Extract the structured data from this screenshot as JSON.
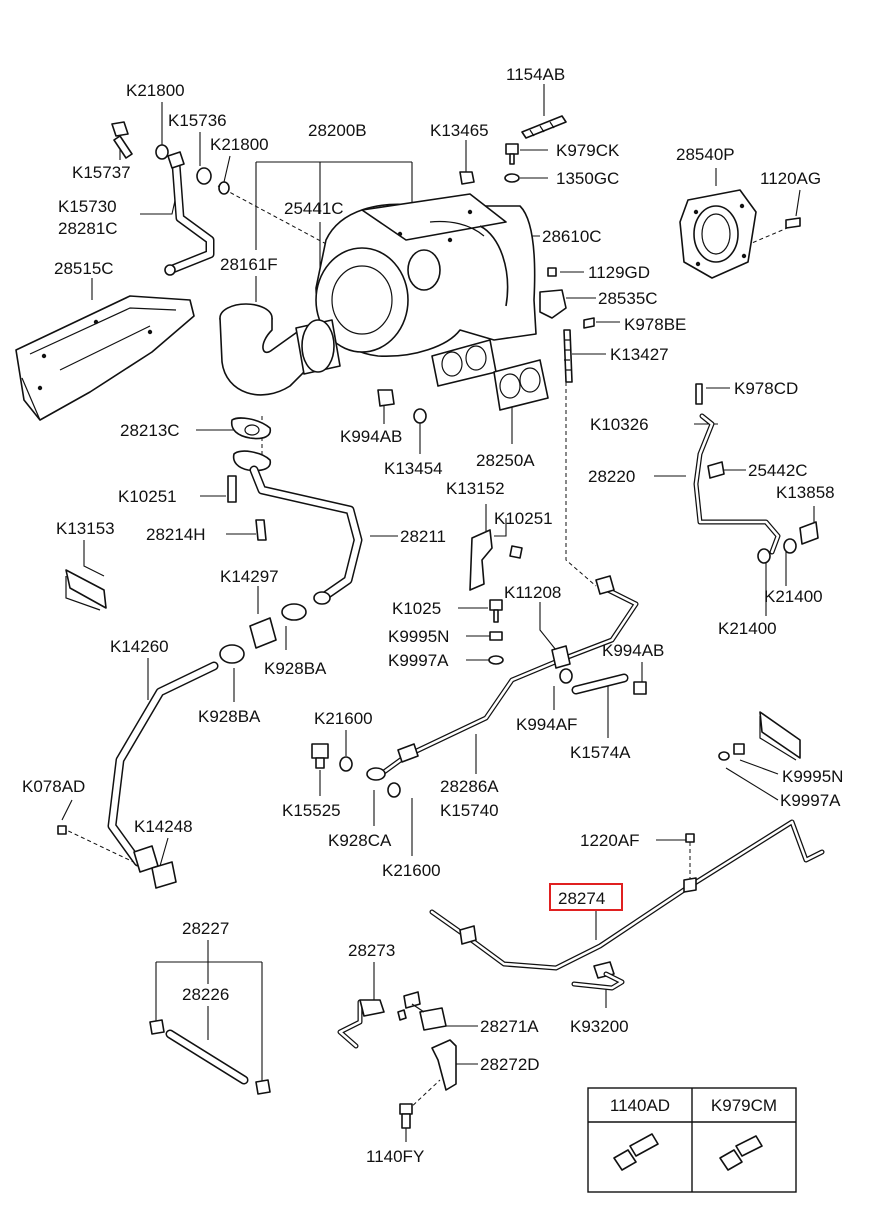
{
  "highlight_color": "#e02020",
  "labels": {
    "1154AB": "1154AB",
    "K21800a": "K21800",
    "K15736": "K15736",
    "K21800b": "K21800",
    "K15737": "K15737",
    "28200B": "28200B",
    "K13465": "K13465",
    "K979CK": "K979CK",
    "1350GC": "1350GC",
    "28540P": "28540P",
    "1120AG": "1120AG",
    "K15730": "K15730",
    "28281C": "28281C",
    "25441C": "25441C",
    "28610C": "28610C",
    "28515C": "28515C",
    "28161F": "28161F",
    "1129GD": "1129GD",
    "28535C": "28535C",
    "K978BE": "K978BE",
    "K13427": "K13427",
    "K978CD": "K978CD",
    "28213C": "28213C",
    "K994AB": "K994AB",
    "K10326": "K10326",
    "K13454": "K13454",
    "28250A": "28250A",
    "28220": "28220",
    "25442C": "25442C",
    "K13152": "K13152",
    "K13858": "K13858",
    "K10251a": "K10251",
    "K10251b": "K10251",
    "K13153": "K13153",
    "28214H": "28214H",
    "28211": "28211",
    "K21400a": "K21400",
    "K21400b": "K21400",
    "K14297": "K14297",
    "K11208": "K11208",
    "K1025": "K1025",
    "K9995N": "K9995N",
    "K994AB2": "K994AB",
    "K14260": "K14260",
    "K9997A": "K9997A",
    "K928BA": "K928BA",
    "K928BA2": "K928BA",
    "K994AF": "K994AF",
    "K1574A": "K1574A",
    "K21600a": "K21600",
    "K9995N2": "K9995N",
    "K078AD": "K078AD",
    "28286A": "28286A",
    "K15525": "K15525",
    "K15740": "K15740",
    "K9997A2": "K9997A",
    "K14248": "K14248",
    "K928CA": "K928CA",
    "1220AF": "1220AF",
    "K21600b": "K21600",
    "28274": "28274",
    "28227": "28227",
    "28273": "28273",
    "28226": "28226",
    "28271A": "28271A",
    "K93200": "K93200",
    "28272D": "28272D",
    "1140FY": "1140FY"
  },
  "legend_table": {
    "headers": [
      "1140AD",
      "K979CM"
    ]
  }
}
